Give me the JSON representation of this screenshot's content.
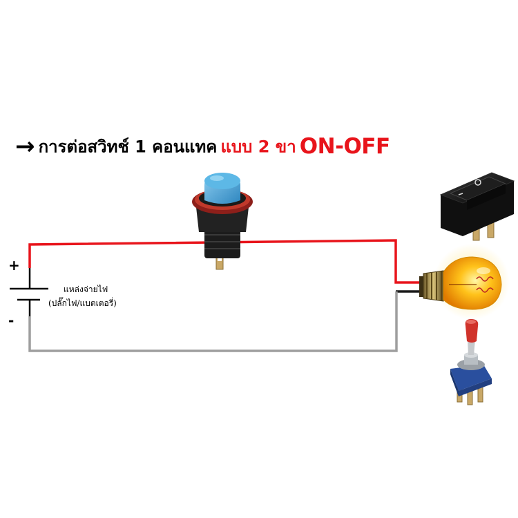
{
  "title": {
    "arrow": "→",
    "part1": "การต่อสวิทช์ 1 คอนแทค",
    "part2": "แบบ 2 ขา",
    "part3": "ON-OFF"
  },
  "power_source": {
    "plus": "+",
    "minus": "-",
    "label_line1": "แหล่งจ่ายไฟ",
    "label_line2": "(ปลั๊กไฟ/แบตเตอรี่)"
  },
  "colors": {
    "positive_wire": "#e8141b",
    "negative_wire": "#9e9e9e",
    "button_cap": "#4fa9d8",
    "button_ring": "#c0392b",
    "bulb_glow": "#ffb400"
  },
  "icons": [
    "push-button-switch-icon",
    "light-bulb-icon",
    "rocker-switch-icon",
    "toggle-switch-icon",
    "battery-symbol-icon"
  ]
}
